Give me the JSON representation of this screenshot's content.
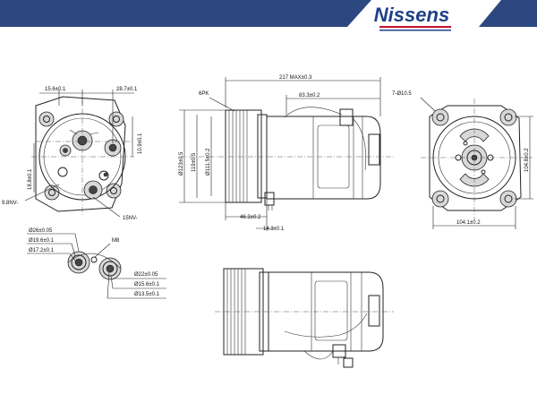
{
  "brand": {
    "name": "Nissens",
    "band_color": "#2d4780",
    "logo_color": "#1f3f8a",
    "accent_red": "#c8102e"
  },
  "front_view": {
    "dims": {
      "d1": "15.6±0.1",
      "d2": "28.7±0.1",
      "d3": "10.9±0.1",
      "d4": "18.8±0.1",
      "d5": "9.8NV-",
      "d6": "15NV-"
    }
  },
  "side_view": {
    "dims": {
      "pk": "6PK",
      "length": "217 MAX±0.3",
      "d_83": "83.3±0.2",
      "d_123": "Ø123±0.5",
      "d_119": "119±0.5",
      "d_111": "Ø111.5±0.2",
      "d_46": "46.3±0.2",
      "d_14": "14.3±0.1"
    }
  },
  "rear_view": {
    "dims": {
      "hole": "7-Ø10.5",
      "d_104_1": "104.1±0.2",
      "d_104_8": "104.8±0.2"
    }
  },
  "port_detail": {
    "dims": {
      "p26": "Ø26±0.05",
      "p19": "Ø19.6±0.1",
      "p17": "Ø17.2±0.1",
      "thread": "M8",
      "p22": "Ø22±0.05",
      "p15": "Ø15.6±0.1",
      "p13": "Ø13.5±0.1"
    }
  }
}
